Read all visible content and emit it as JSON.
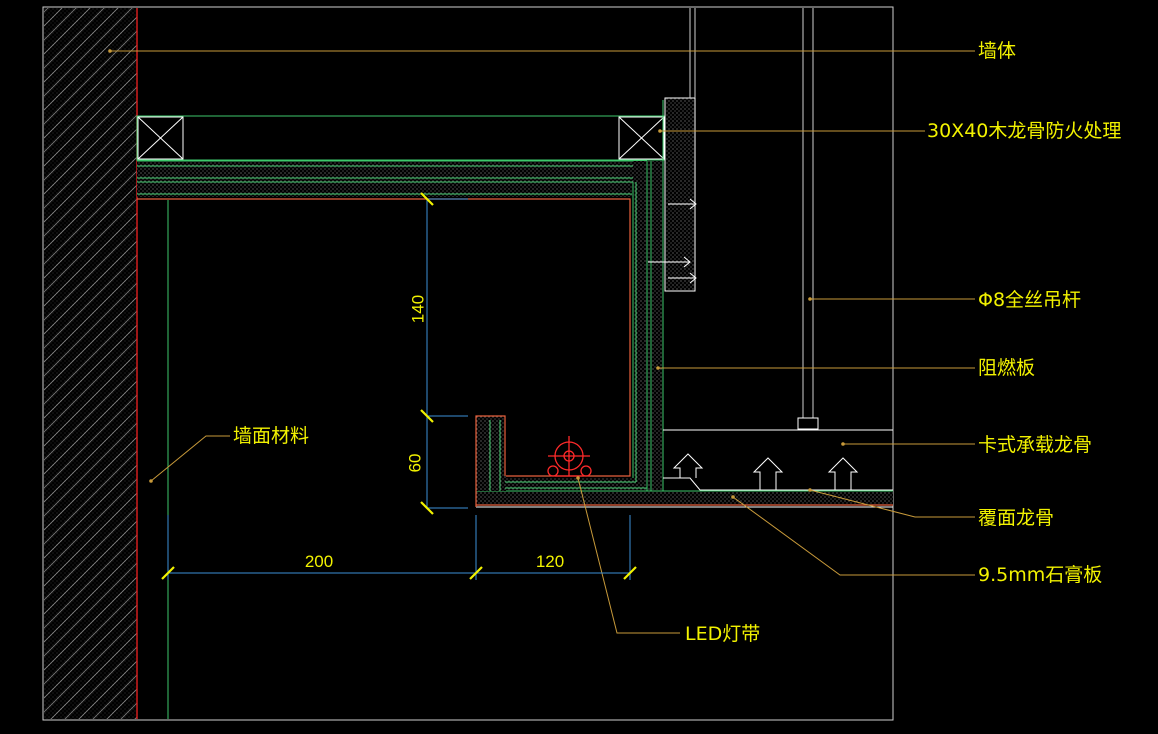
{
  "labels": {
    "wall": "墙体",
    "wood_keel": "30X40木龙骨防火处理",
    "hanger_rod": "Φ8全丝吊杆",
    "fire_board": "阻燃板",
    "card_keel": "卡式承载龙骨",
    "cover_keel": "覆面龙骨",
    "gypsum": "9.5mm石膏板",
    "led": "LED灯带",
    "wall_finish": "墙面材料"
  },
  "dimensions": {
    "d140": "140",
    "d60": "60",
    "d200": "200",
    "d120": "120"
  },
  "colors": {
    "background": "#000000",
    "label_text": "#f2f200",
    "leader": "#c89a3a",
    "outline": "#ffffff",
    "board": "#3ec96b",
    "finish_line": "#e8603c",
    "wall_boundary": "#e02020",
    "led_symbol": "#ff2a2a",
    "dim_line": "#3b8fd8"
  }
}
